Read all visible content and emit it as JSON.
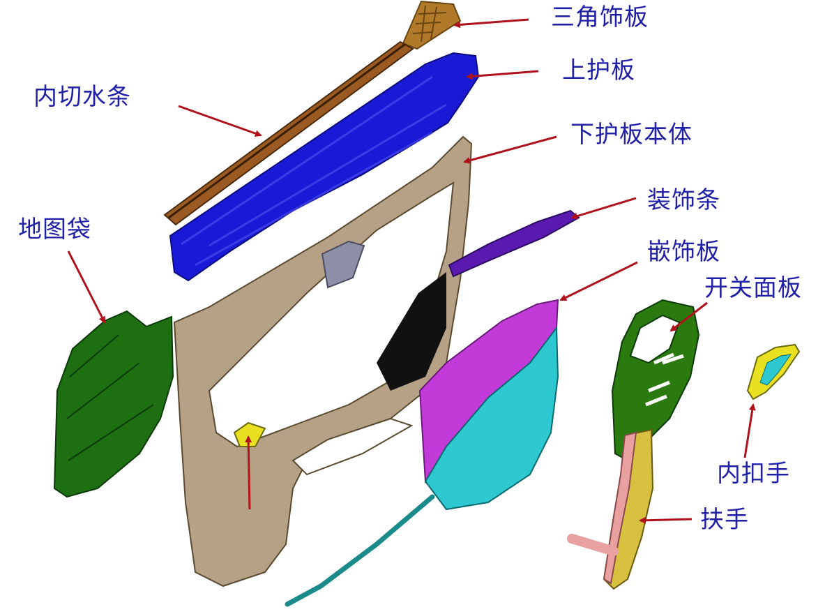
{
  "colors": {
    "label_text": "#1f1fa8",
    "arrow": "#b0121c",
    "lower_panel_body": "#b5a286",
    "upper_panel": "#1a1ad6",
    "inner_belt": "#9a5a22",
    "map_pocket": "#1d6f12",
    "switch_panel": "#2a7a10",
    "decor_strip": "#5a1ab0",
    "insert_panel_a": "#c23ad8",
    "insert_panel_b": "#2ec8d0",
    "inner_handle": "#e8e020",
    "armrest": "#d8c040"
  },
  "labels": {
    "triangle_trim": "三角饰板",
    "upper_panel": "上护板",
    "inner_belt": "内切水条",
    "lower_panel_body": "下护板本体",
    "decor_strip": "装饰条",
    "map_pocket": "地图袋",
    "insert_panel": "嵌饰板",
    "switch_panel": "开关面板",
    "inner_handle": "内扣手",
    "armrest": "扶手"
  }
}
